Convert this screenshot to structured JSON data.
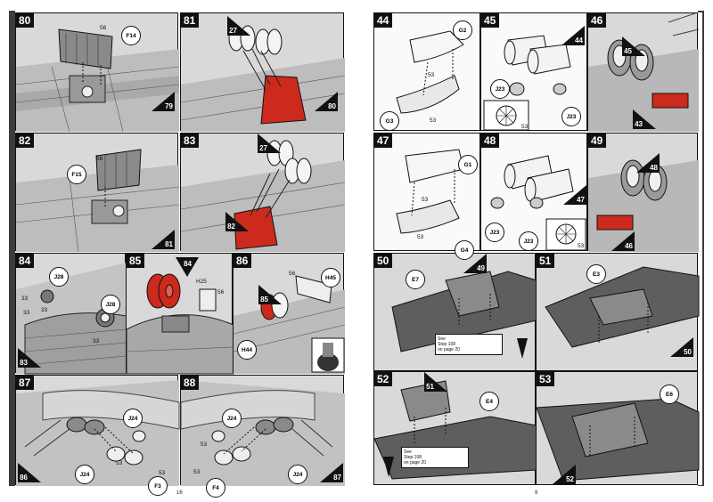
{
  "pages": {
    "left_number": "16",
    "right_number": "9"
  },
  "steps": {
    "s80": {
      "num": "80",
      "parts": [
        "56",
        "F14"
      ],
      "tri": [
        "79"
      ]
    },
    "s81": {
      "num": "81",
      "parts": [],
      "tri": [
        "27",
        "80"
      ]
    },
    "s82": {
      "num": "82",
      "parts": [
        "56",
        "F15"
      ],
      "tri": [
        "81"
      ]
    },
    "s83": {
      "num": "83",
      "parts": [],
      "tri": [
        "27",
        "82"
      ]
    },
    "s84": {
      "num": "84",
      "parts": [
        "J28",
        "33",
        "J28",
        "33",
        "33",
        "33"
      ],
      "tri": [
        "83"
      ]
    },
    "s85": {
      "num": "85",
      "parts": [
        "H25",
        "56"
      ],
      "tri": [
        "84"
      ]
    },
    "s86": {
      "num": "86",
      "parts": [
        "56",
        "H45",
        "H44"
      ],
      "tri": [
        "85"
      ]
    },
    "s87": {
      "num": "87",
      "parts": [
        "J24",
        "53",
        "53",
        "J24",
        "F3"
      ],
      "tri": [
        "86"
      ]
    },
    "s88": {
      "num": "88",
      "parts": [
        "J24",
        "53",
        "53",
        "F4",
        "J24"
      ],
      "tri": [
        "87"
      ]
    },
    "s44": {
      "num": "44",
      "parts": [
        "G2",
        "53",
        "G3",
        "53"
      ],
      "tri": []
    },
    "s45": {
      "num": "45",
      "parts": [
        "J23",
        "J23",
        "53"
      ],
      "tri": [
        "44"
      ]
    },
    "s46": {
      "num": "46",
      "parts": [],
      "tri": [
        "45",
        "43"
      ]
    },
    "s47": {
      "num": "47",
      "parts": [
        "G1",
        "53",
        "53",
        "G4"
      ],
      "tri": []
    },
    "s48": {
      "num": "48",
      "parts": [
        "J23",
        "J23",
        "53"
      ],
      "tri": [
        "47"
      ]
    },
    "s49": {
      "num": "49",
      "parts": [],
      "tri": [
        "48",
        "46"
      ]
    },
    "s50": {
      "num": "50",
      "parts": [
        "E7"
      ],
      "tri": [
        "49"
      ],
      "ref": [
        "See",
        "Step 108",
        "on page 20"
      ]
    },
    "s51": {
      "num": "51",
      "parts": [
        "E3"
      ],
      "tri": [
        "50"
      ]
    },
    "s52": {
      "num": "52",
      "parts": [
        "E4"
      ],
      "tri": [
        "51"
      ],
      "ref": [
        "See",
        "Step 108",
        "on page 20"
      ]
    },
    "s53": {
      "num": "53",
      "parts": [
        "E6"
      ],
      "tri": [
        "52"
      ]
    }
  },
  "colors": {
    "accent_red": "#cc2a1c",
    "panel_grey": "#d9d9d9",
    "ink": "#111111"
  }
}
